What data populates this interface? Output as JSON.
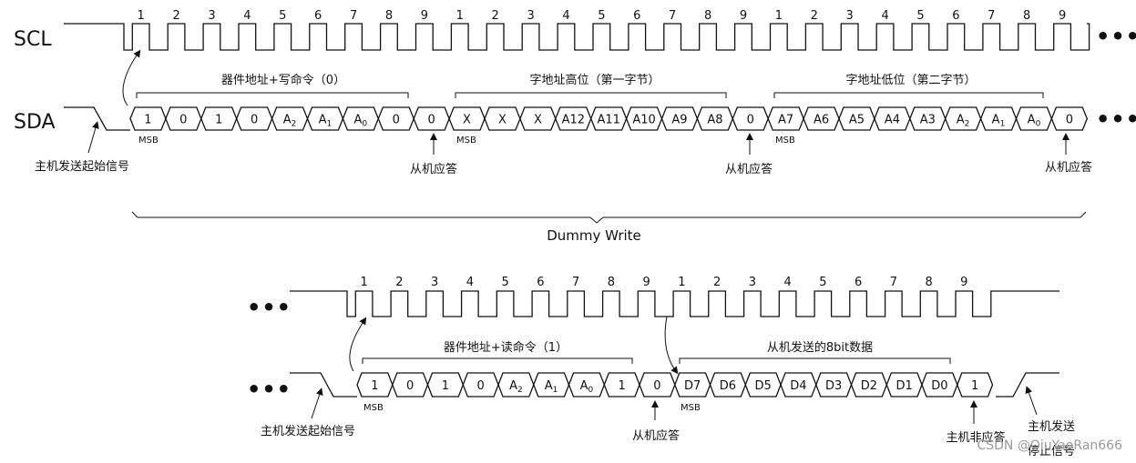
{
  "top": {
    "scl_label": "SCL",
    "sda_label": "SDA",
    "clock_numbers": [
      "1",
      "2",
      "3",
      "4",
      "5",
      "6",
      "7",
      "8",
      "9",
      "1",
      "2",
      "3",
      "4",
      "5",
      "6",
      "7",
      "8",
      "9",
      "1",
      "2",
      "3",
      "4",
      "5",
      "6",
      "7",
      "8",
      "9"
    ],
    "bits": [
      "1",
      "0",
      "1",
      "0",
      "A2",
      "A1",
      "A0",
      "0",
      "0",
      "X",
      "X",
      "X",
      "A12",
      "A11",
      "A10",
      "A9",
      "A8",
      "0",
      "A7",
      "A6",
      "A5",
      "A4",
      "A3",
      "A2",
      "A1",
      "A0",
      "0"
    ],
    "group_labels": [
      "器件地址+写命令（0）",
      "字地址高位（第一字节）",
      "字地址低位（第二字节）"
    ],
    "msb_label": "MSB",
    "start_label": "主机发送起始信号",
    "ack_label": "从机应答",
    "dummy_write": "Dummy Write",
    "ellipsis": "•••"
  },
  "bottom": {
    "clock_numbers": [
      "1",
      "2",
      "3",
      "4",
      "5",
      "6",
      "7",
      "8",
      "9",
      "1",
      "2",
      "3",
      "4",
      "5",
      "6",
      "7",
      "8",
      "9"
    ],
    "bits": [
      "1",
      "0",
      "1",
      "0",
      "A2",
      "A1",
      "A0",
      "1",
      "0",
      "D7",
      "D6",
      "D5",
      "D4",
      "D3",
      "D2",
      "D1",
      "D0",
      "1"
    ],
    "group_labels": [
      "器件地址+读命令（1）",
      "从机发送的8bit数据"
    ],
    "msb_label": "MSB",
    "start_label": "主机发送起始信号",
    "ack_label": "从机应答",
    "nack_label": "主机非应答",
    "stop_label_line1": "主机发送",
    "stop_label_line2": "停止信号",
    "ellipsis": "•••"
  },
  "watermark": "CSDN @QiuYaoRan666"
}
